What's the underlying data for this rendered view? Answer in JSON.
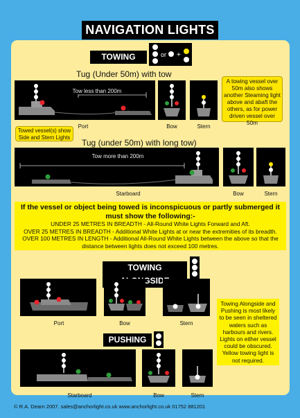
{
  "title": "NAVIGATION LIGHTS 3",
  "sections": {
    "towing": {
      "label": "TOWING",
      "legend_or": "or",
      "legend_plus": "+"
    },
    "tow_short": {
      "caption": "Tug (Under 50m) with tow",
      "distance": "Tow less than 200m",
      "views": [
        "Port",
        "Bow",
        "Stern"
      ],
      "note": "A towing vessel over 50m also shows another Steaming light above and abaft the others, as for power driven vessel over 50m",
      "side_note": "Towed vessel(s) show Side and Stern Lights"
    },
    "tow_long": {
      "caption": "Tug (under 50m) with long tow)",
      "distance": "Tow more than 200m",
      "views": [
        "Starboard",
        "Bow",
        "Stern"
      ]
    },
    "submerged": {
      "heading": "If the vessel or object being towed is inconspicuous or partly submerged it must show the following:-",
      "line1": "UNDER 25 METRES IN BREADTH - All-Round White Lights Forward and Aft.",
      "line2": "OVER 25 METRES IN BREADTH - Additional White Lights at or near the extremities of its breadth.",
      "line3": "OVER 100 METRES IN LENGTH - Additional All-Round White Lights between the above so that the distance between lights does not exceed 100 metres."
    },
    "alongside": {
      "label": "TOWING ALONGSIDE",
      "views": [
        "Port",
        "Bow",
        "Stern"
      ],
      "note": "Towing Alongside and Pushing is most likely to be seen in sheltered waters such as harbours and rivers. Lights on either vessel could be obscured. Yellow towing light is not required."
    },
    "pushing": {
      "label": "PUSHING",
      "views": [
        "Starboard",
        "Bow",
        "Stern"
      ]
    }
  },
  "footer": "© R.A. Dearn 2007. sales@anchorlight.co.uk www.anchorlight.co.uk 01752 881201",
  "colors": {
    "background": "#49aee6",
    "panel": "#fcec9c",
    "note": "#fff200",
    "red": "#e8242c",
    "green": "#2d9e3a",
    "white": "#ffffff",
    "yellow": "#ffe600"
  }
}
